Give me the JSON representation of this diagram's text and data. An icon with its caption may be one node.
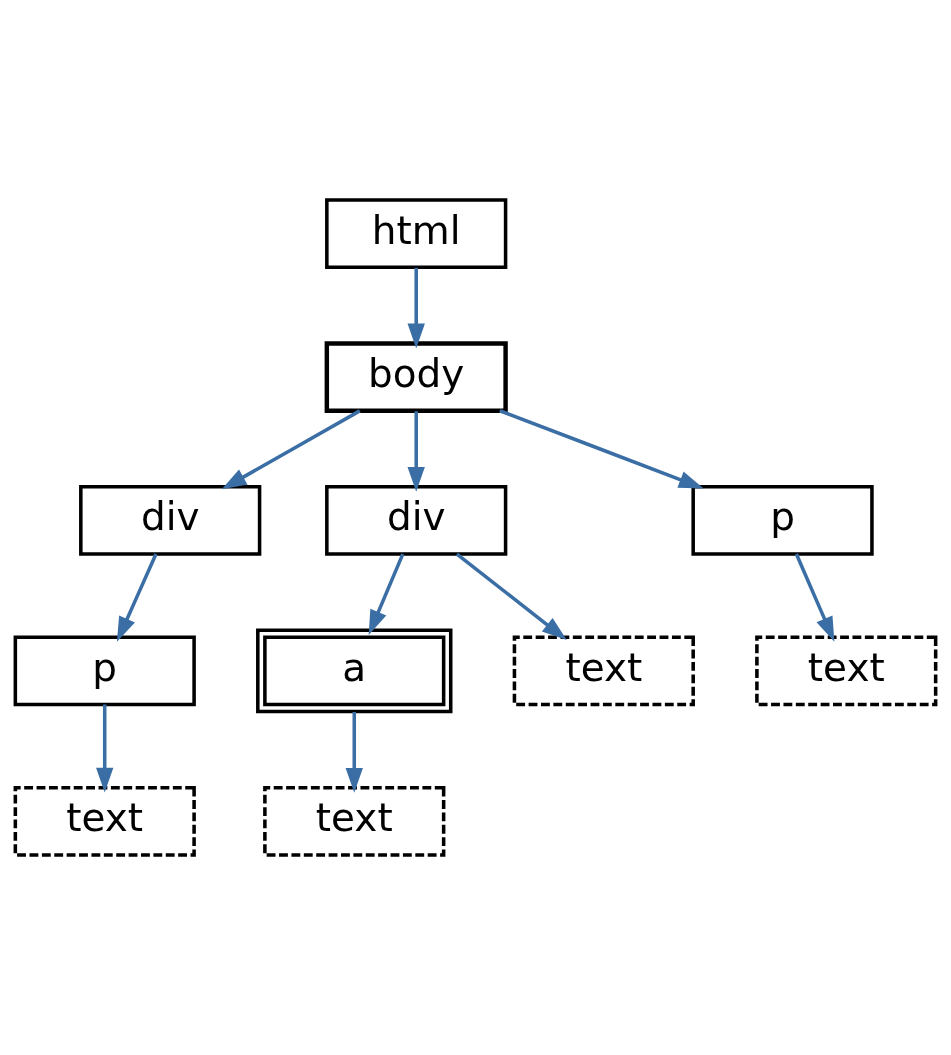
{
  "diagram": {
    "nodes": [
      {
        "text": [
          "html"
        ]
      },
      {
        "text": [
          "body"
        ]
      },
      {
        "text": [
          "div"
        ]
      },
      {
        "text": [
          "div"
        ]
      },
      {
        "text": [
          "p"
        ]
      },
      {
        "text": [
          "p"
        ]
      },
      {
        "text": [
          "a"
        ]
      },
      {
        "text": [
          "text"
        ]
      },
      {
        "text": [
          "text"
        ]
      },
      {
        "text": [
          "text"
        ]
      },
      {
        "text": [
          "text"
        ]
      }
    ],
    "edges": [
      {
        "from": 0,
        "to": 1,
        "arrow": "to"
      },
      {
        "from": 1,
        "to": 2,
        "arrow": "to"
      },
      {
        "from": 1,
        "to": 3,
        "arrow": "to"
      },
      {
        "from": 1,
        "to": 4,
        "arrow": "to"
      },
      {
        "from": 2,
        "to": 5,
        "arrow": "to"
      },
      {
        "from": 3,
        "to": 6,
        "arrow": "to"
      },
      {
        "from": 3,
        "to": 7,
        "arrow": "to"
      },
      {
        "from": 4,
        "to": 8,
        "arrow": "to"
      },
      {
        "from": 5,
        "to": 9,
        "arrow": "to"
      },
      {
        "from": 6,
        "to": 10,
        "arrow": "to"
      }
    ]
  }
}
